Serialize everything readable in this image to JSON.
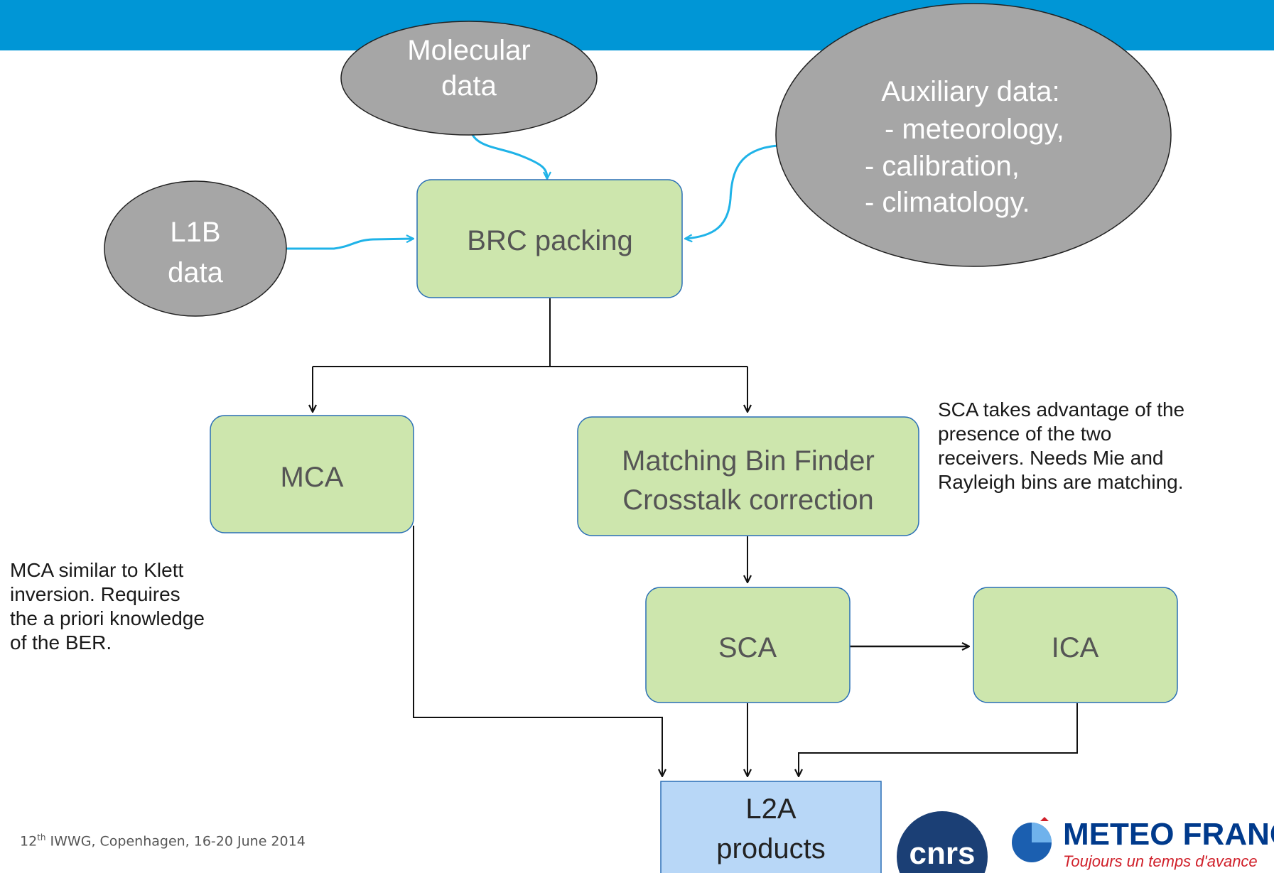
{
  "nodes": {
    "molecular": [
      "Molecular",
      "data"
    ],
    "auxiliary": [
      "Auxiliary data:",
      "- meteorology,",
      "- calibration,",
      "- climatology."
    ],
    "l1b": [
      "L1B",
      "data"
    ],
    "brc": [
      "BRC packing"
    ],
    "mca": [
      "MCA"
    ],
    "mbf": [
      "Matching Bin Finder",
      "Crosstalk correction"
    ],
    "sca": [
      "SCA"
    ],
    "ica": [
      "ICA"
    ],
    "l2a": [
      "L2A",
      "products"
    ]
  },
  "notes": {
    "sca_note": "SCA takes advantage of  the\npresence of the two\nreceivers. Needs Mie and\nRayleigh bins are matching.",
    "mca_note": "MCA similar to Klett\ninversion. Requires\nthe a priori knowledge\nof the BER."
  },
  "footer": {
    "ordinal": "12",
    "ordinal_suffix": "th",
    "text": " IWWG, Copenhagen, 16-20 June 2014"
  },
  "logos": {
    "cnrs": "cnrs",
    "meteo_france_name": "METEO FRANCE",
    "meteo_france_tagline": "Toujours un temps d'avance"
  },
  "colors": {
    "header": "#0096d6",
    "process_fill": "#cde6ad",
    "process_stroke": "#2a6fb5",
    "output_fill": "#b8d7f7",
    "ellipse_fill": "#a6a6a6",
    "input_arrow": "#1fb3e8"
  }
}
